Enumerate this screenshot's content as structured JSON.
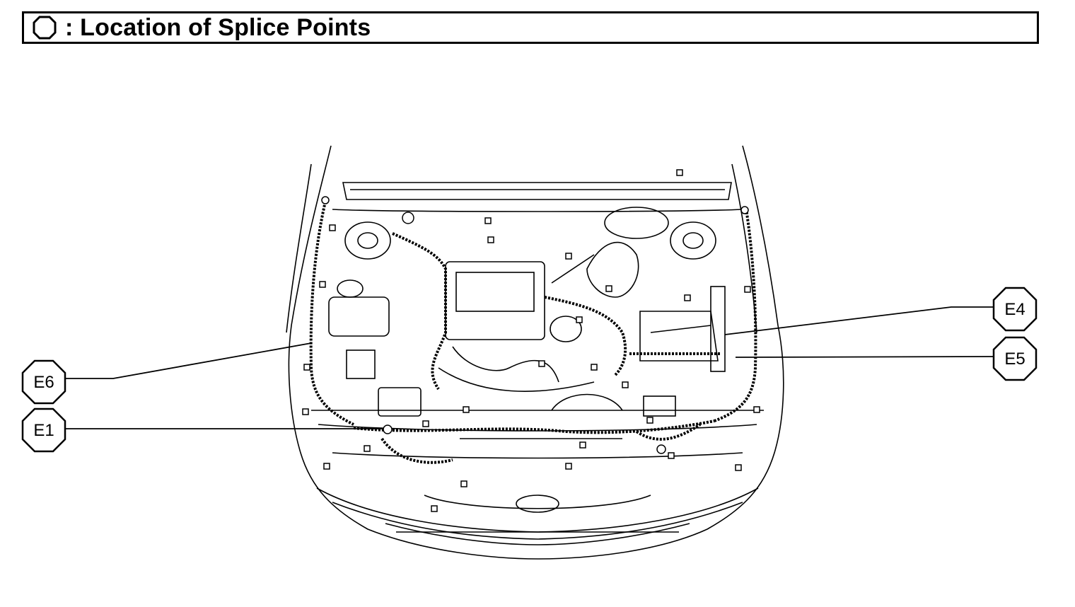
{
  "header": {
    "title": ": Location of Splice Points",
    "icon": "octagon-outline-icon"
  },
  "splice_points": [
    {
      "id": "e6",
      "label": "E6"
    },
    {
      "id": "e1",
      "label": "E1"
    },
    {
      "id": "e4",
      "label": "E4"
    },
    {
      "id": "e5",
      "label": "E5"
    }
  ],
  "colors": {
    "ink": "#000000",
    "paper": "#ffffff"
  }
}
